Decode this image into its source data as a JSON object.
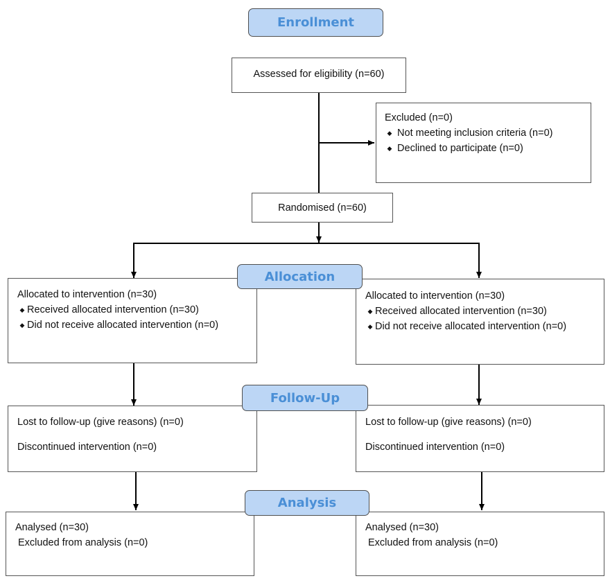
{
  "stages": {
    "enrollment": "Enrollment",
    "allocation": "Allocation",
    "follow_up": "Follow-Up",
    "analysis": "Analysis"
  },
  "assessed": "Assessed for eligibility (n=60)",
  "excluded": {
    "title": "Excluded (n=0)",
    "items": [
      "Not meeting inclusion criteria (n=0)",
      "Declined to participate (n=0)"
    ]
  },
  "randomised": "Randomised (n=60)",
  "arms": [
    {
      "allocation": {
        "title": "Allocated to intervention (n=30)",
        "items": [
          "Received allocated intervention (n=30)",
          "Did not receive allocated intervention (n=0)"
        ]
      },
      "follow_up": {
        "lost": "Lost to follow-up (give reasons) (n=0)",
        "discontinued": "Discontinued intervention (n=0)"
      },
      "analysis": {
        "analysed": "Analysed (n=30)",
        "excluded": "Excluded from analysis  (n=0)"
      }
    },
    {
      "allocation": {
        "title": "Allocated to intervention (n=30)",
        "items": [
          "Received allocated intervention (n=30)",
          "Did not receive allocated intervention (n=0)"
        ]
      },
      "follow_up": {
        "lost": "Lost to follow-up (give reasons) (n=0)",
        "discontinued": "Discontinued intervention (n=0)"
      },
      "analysis": {
        "analysed": "Analysed (n=30)",
        "excluded": "Excluded from analysis  (n=0)"
      }
    }
  ],
  "colors": {
    "stage_fill": "#bcd6f5",
    "stage_text": "#4a8fd6",
    "connector": "#000000"
  }
}
